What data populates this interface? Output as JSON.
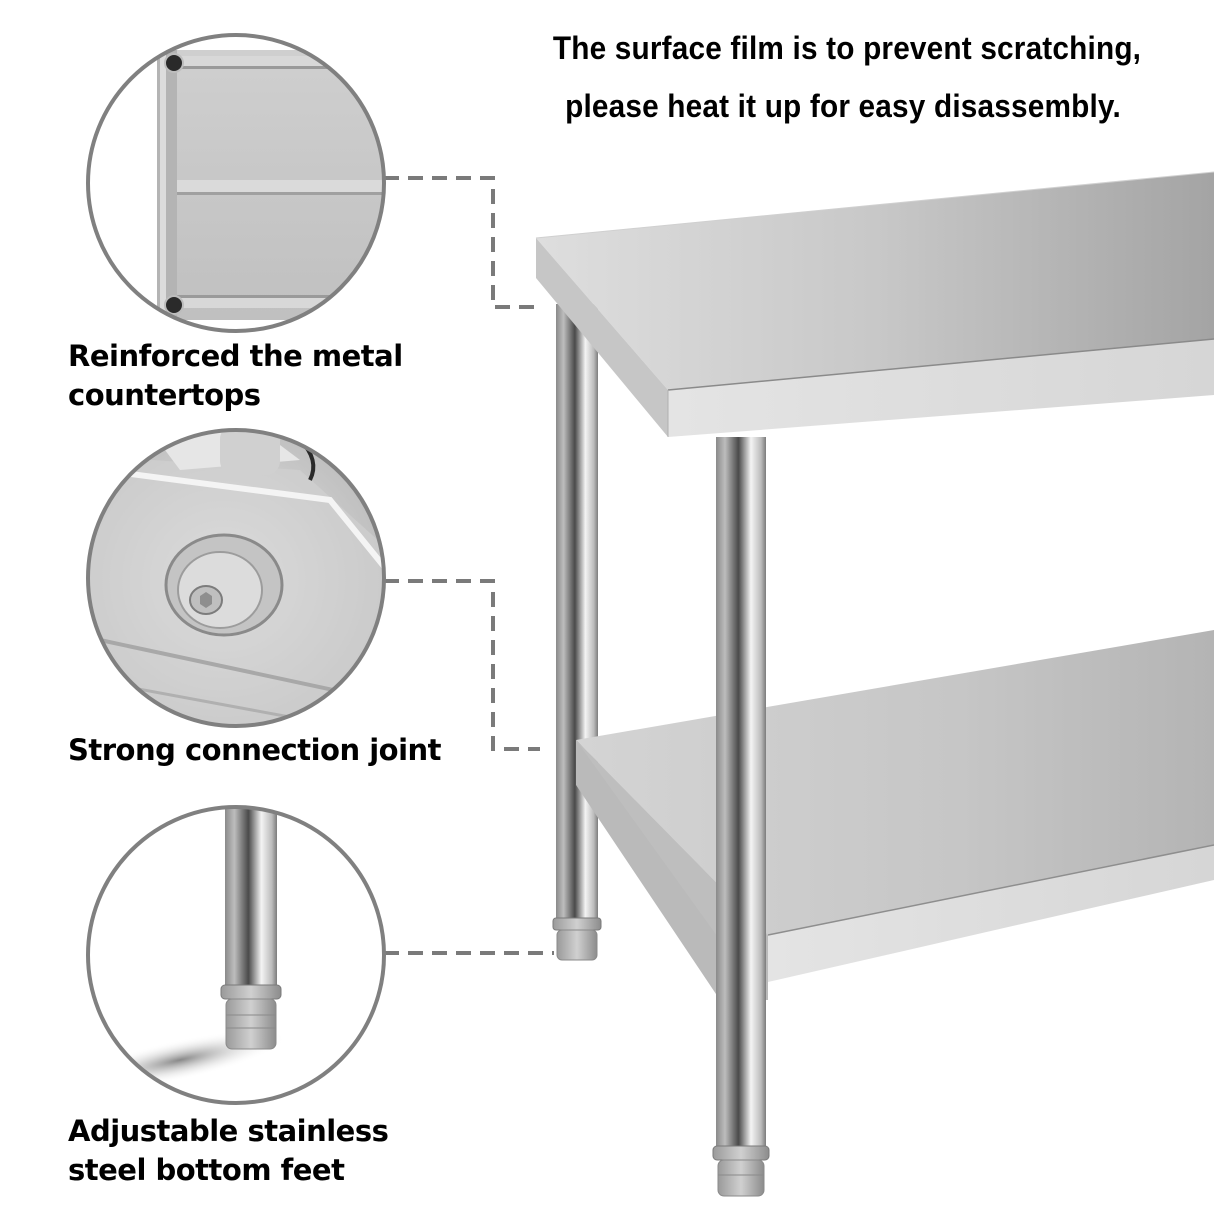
{
  "headline": {
    "line1": "The surface film is to prevent scratching,",
    "line2": "please heat it up for easy disassembly."
  },
  "features": [
    {
      "id": "countertops",
      "caption_lines": [
        "Reinforced the metal",
        "countertops"
      ],
      "detail_image": "countertop-underside-frame"
    },
    {
      "id": "connection-joint",
      "caption_lines": [
        "Strong connection joint"
      ],
      "detail_image": "hex-bolt-joint"
    },
    {
      "id": "bottom-feet",
      "caption_lines": [
        "Adjustable stainless",
        "steel bottom feet"
      ],
      "detail_image": "adjustable-foot"
    }
  ],
  "product": {
    "name": "stainless-steel-work-table",
    "shelves": 2,
    "legs_visible": 2
  },
  "colors": {
    "background": "#ffffff",
    "text": "#000000",
    "circle_border": "#808080",
    "dash_line": "#7a7a7a",
    "steel_light": "#e2e2e2",
    "steel_mid": "#bdbdbd",
    "steel_dark": "#6e6e6e"
  }
}
